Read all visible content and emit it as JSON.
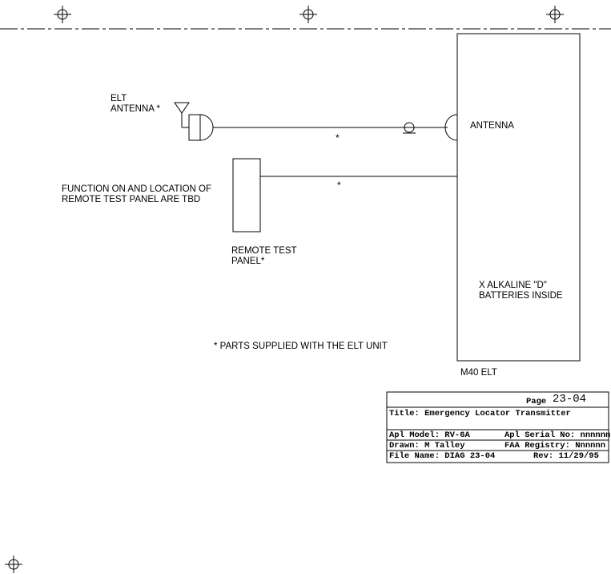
{
  "labels": {
    "elt_antenna_line1": "ELT",
    "elt_antenna_line2": "ANTENNA *",
    "antenna_port": "ANTENNA",
    "function_note_line1": "FUNCTION ON AND LOCATION OF",
    "function_note_line2": "REMOTE TEST PANEL ARE TBD",
    "remote_panel_line1": "REMOTE TEST",
    "remote_panel_line2": "PANEL*",
    "batteries_line1": "X ALKALINE \"D\"",
    "batteries_line2": "BATTERIES INSIDE",
    "parts_note": "* PARTS SUPPLIED WITH THE ELT UNIT",
    "elt_unit": "M40 ELT",
    "cable_marker_antenna": "*",
    "cable_marker_panel": "*"
  },
  "title_block": {
    "page_label": "Page",
    "page_number": "23-04",
    "title": "Title: Emergency Locator Transmitter",
    "apl_model": "Apl Model: RV-6A",
    "apl_serial": "Apl Serial No: nnnnnn",
    "drawn": "Drawn: M Talley",
    "faa_registry": "FAA Registry: Nnnnnn",
    "file_name": "File Name: DIAG 23-04",
    "rev": "Rev: 11/29/95"
  }
}
